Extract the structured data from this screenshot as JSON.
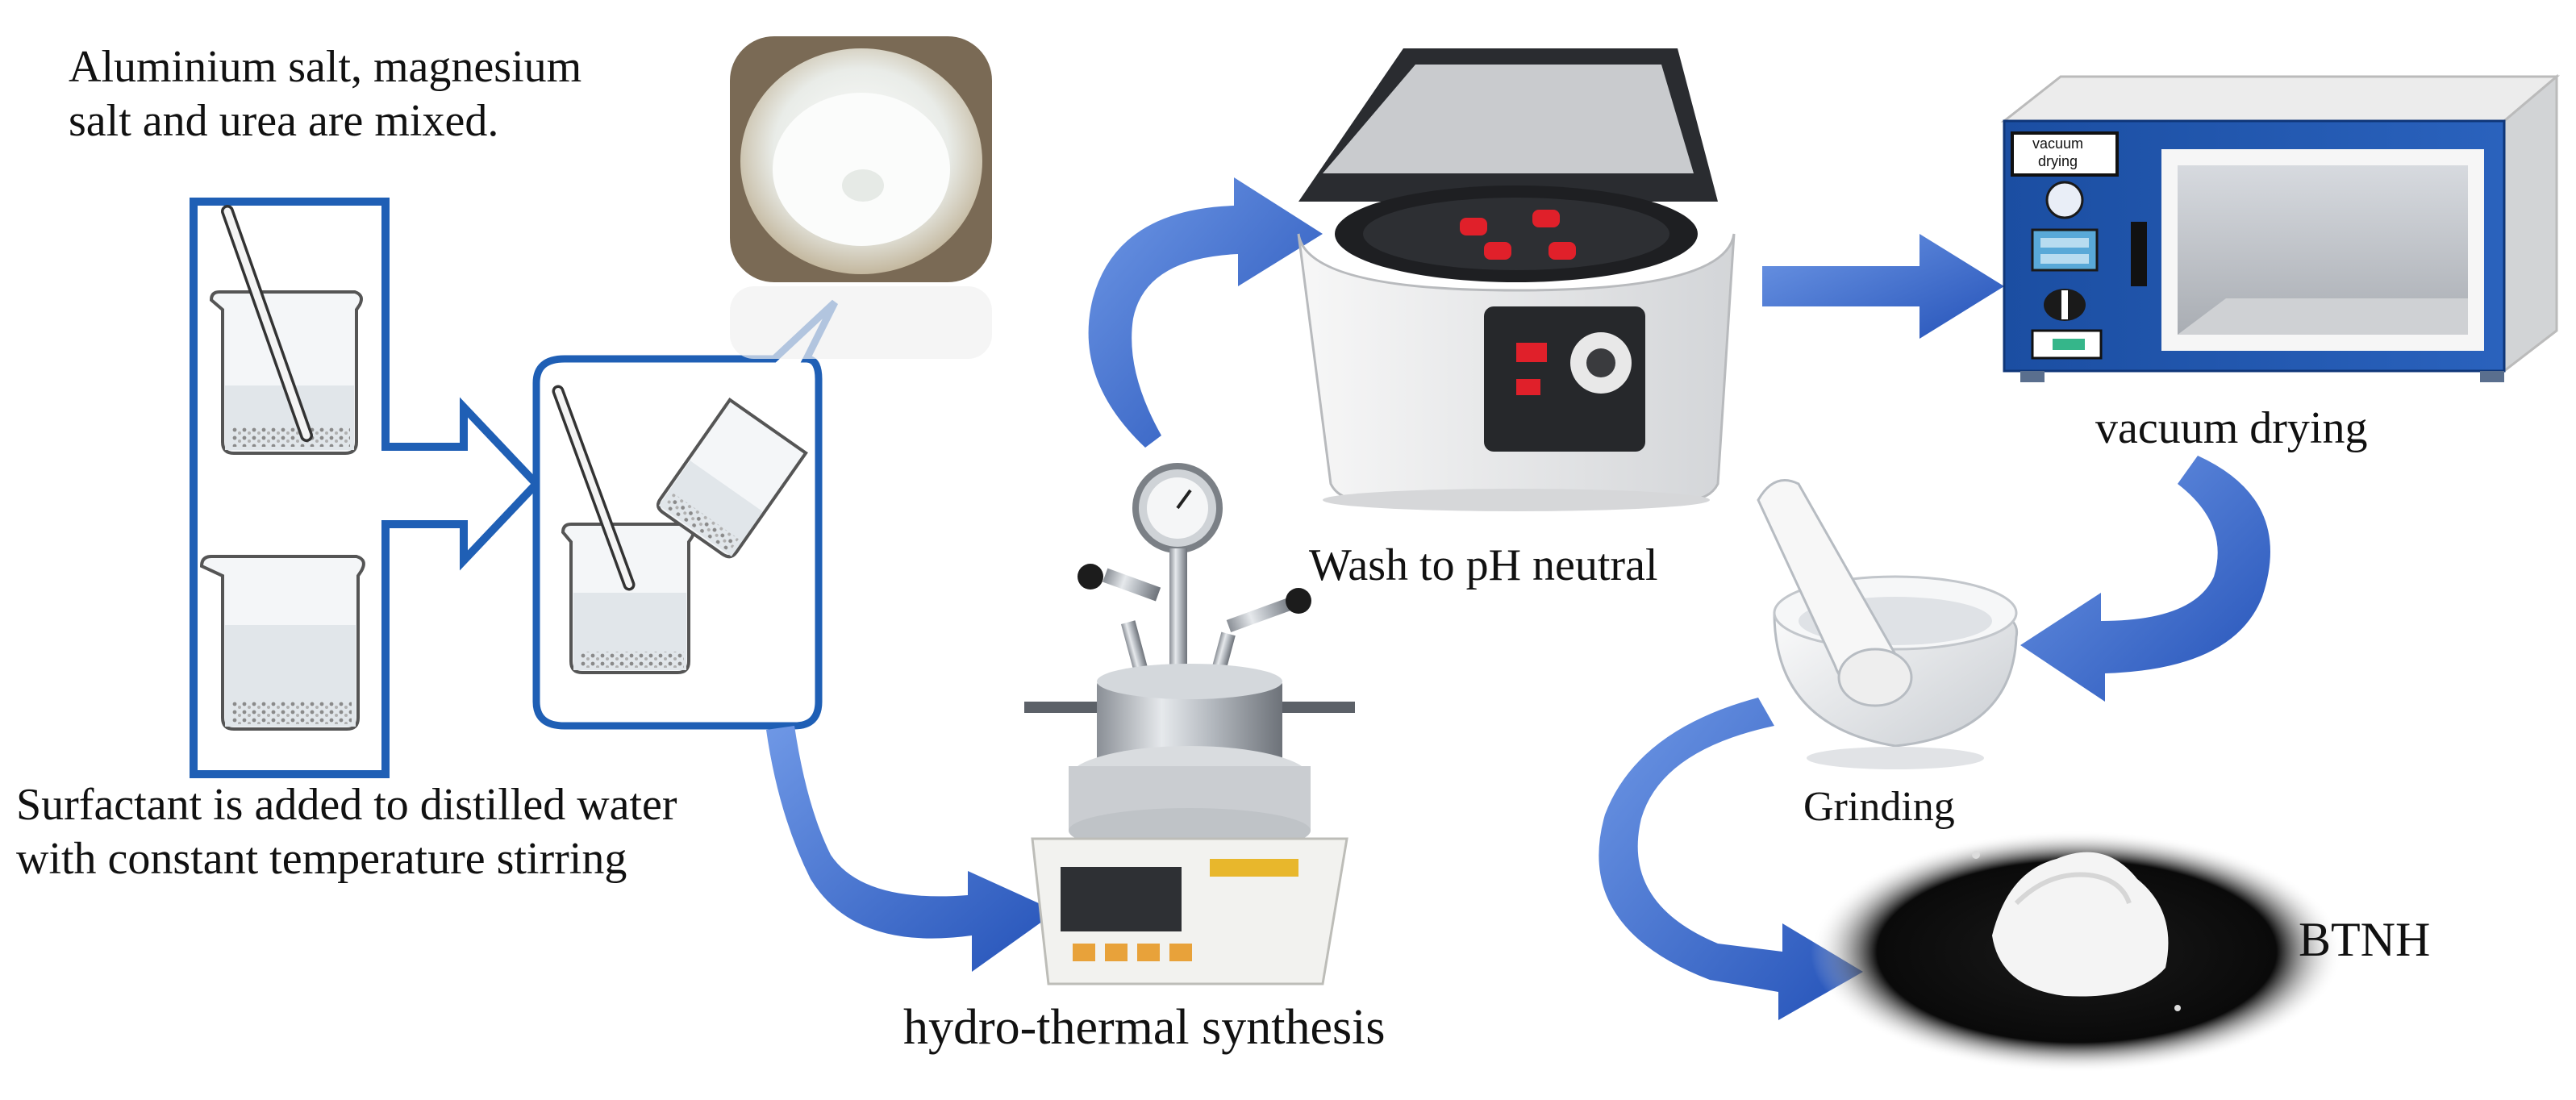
{
  "labels": {
    "mix_line1": "Aluminium salt, magnesium",
    "mix_line2": "salt and urea are mixed.",
    "surfactant_line1": "Surfactant is added to distilled water",
    "surfactant_line2": "with constant temperature stirring",
    "wash": "Wash to pH neutral",
    "hydrothermal": "hydro-thermal  synthesis",
    "vacuum": "vacuum  drying",
    "oven_tag_line1": "vacuum",
    "oven_tag_line2": "drying",
    "grinding": "Grinding",
    "product": "BTNH"
  },
  "colors": {
    "outline_blue": "#1f5fb5",
    "arrow_blue": "#3a6fd0",
    "oven_blue": "#1a4e9e",
    "display_red": "#e0202a"
  }
}
